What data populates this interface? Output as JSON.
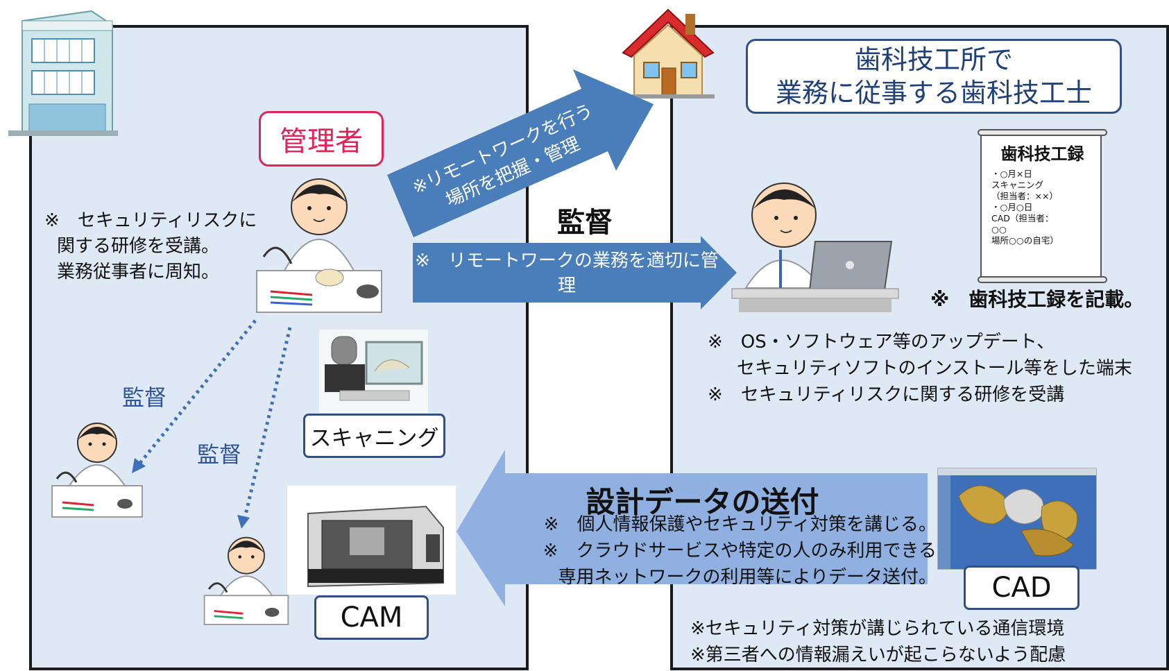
{
  "lab_title": {
    "line1": "歯科技工所で",
    "line2": "業務に従事する歯科技工士"
  },
  "manager": {
    "label": "管理者",
    "notes": [
      "※　セキュリティリスクに",
      "関する研修を受講。",
      "業務従事者に周知。"
    ]
  },
  "arrow_remote_place": {
    "line1": "※リモートワークを行う",
    "line2": "場所を把握・管理"
  },
  "supervision": {
    "top": "監督",
    "left1": "監督",
    "left2": "監督"
  },
  "arrow_manage": {
    "text": "※　リモートワークの業務を適切に管理"
  },
  "equipment": {
    "scanning": "スキャニング",
    "cam": "CAM",
    "cad": "CAD"
  },
  "record": {
    "title": "歯科技工録",
    "lines": [
      "・○月×日",
      "スキャニング",
      "（担当者：××）",
      "・○月○日",
      "CAD（担当者：",
      "○○",
      "場所○○の自宅）"
    ],
    "note": "※　歯科技工録を記載。"
  },
  "tech_notes": [
    "※　OS・ソフトウェア等のアップデート、",
    "セキュリティソフトのインストール等をした端末",
    "※　セキュリティリスクに関する研修を受講"
  ],
  "design_data": {
    "title": "設計データの送付",
    "lines": [
      "※　個人情報保護やセキュリティ対策を講じる。",
      "※　クラウドサービスや特定の人のみ利用できる",
      "専用ネットワークの利用等によりデータ送付。"
    ]
  },
  "bottom_notes": [
    "※セキュリティ対策が講じられている通信環境",
    "※第三者への情報漏えいが起こらないよう配慮"
  ],
  "colors": {
    "panel_bg": "#dfe8f5",
    "arrow_blue": "#4a7ebb",
    "arrow_light": "#8fb0e0",
    "title_border": "#2f4f86",
    "manager_red": "#e0245a",
    "supervise_blue": "#2f5597"
  }
}
